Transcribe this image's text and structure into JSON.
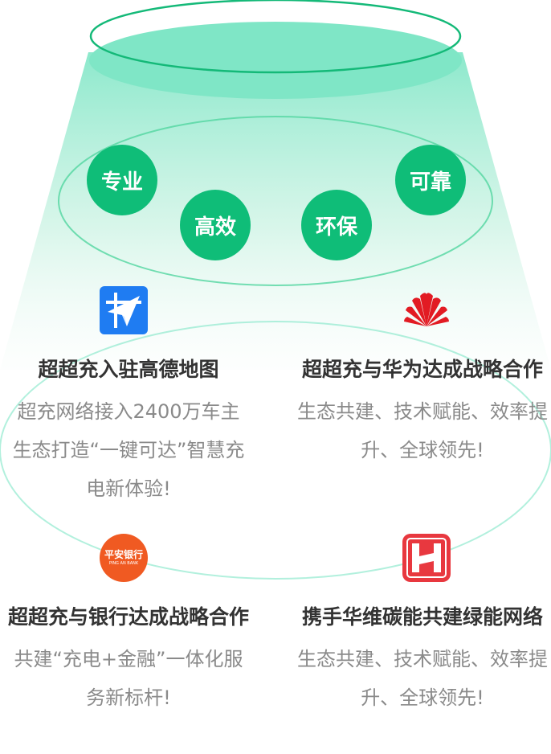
{
  "pills": [
    "专业",
    "高效",
    "环保",
    "可靠"
  ],
  "cards": [
    {
      "title": "超超充入驻高德地图",
      "desc": "超充网络接入2400万车主生态打造“一键可达”智慧充电新体验!",
      "logo": "gaode-map-icon"
    },
    {
      "title": "超超充与华为达成战略合作",
      "desc": "生态共建、技术赋能、效率提升、全球领先!",
      "logo": "huawei-icon"
    },
    {
      "title": "超超充与银行达成战略合作",
      "desc": "共建“充电+金融”一体化服务新标杆!",
      "logo": "pingan-bank-icon"
    },
    {
      "title": "携手华维碳能共建绿能网络",
      "desc": "生态共建、技术赋能、效率提升、全球领先!",
      "logo": "huawei-carbon-icon"
    }
  ],
  "pingan_logo_text": {
    "cn": "平安银行",
    "en": "PING AN BANK"
  },
  "colors": {
    "accent": "#0fbd78",
    "beam_top": "#7fe6c6",
    "beam_bottom": "#f4fbf8",
    "title": "#333333",
    "desc": "#8a8a8a"
  }
}
